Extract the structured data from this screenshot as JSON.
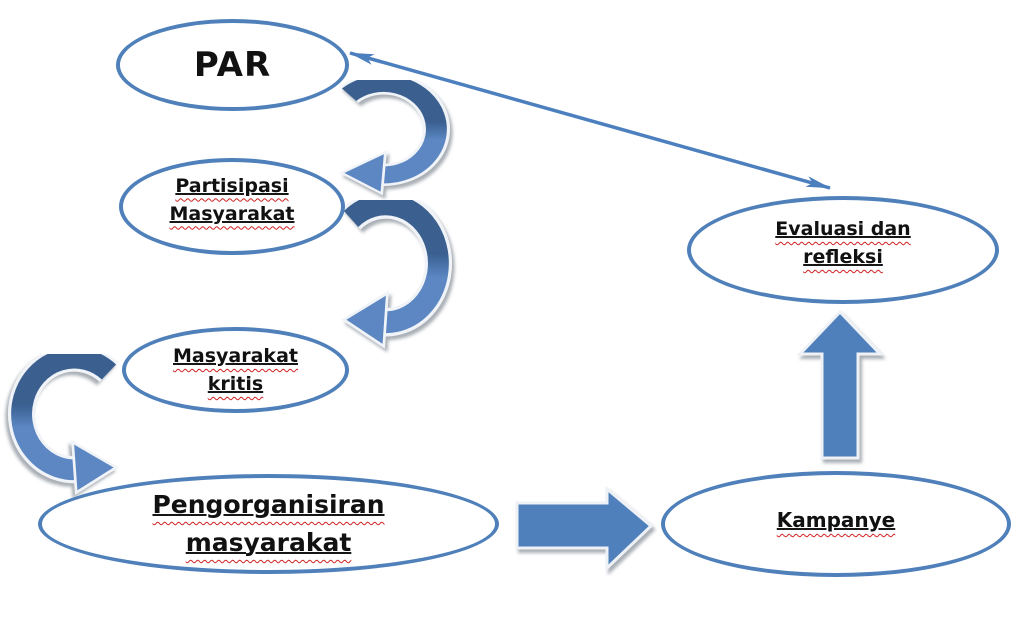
{
  "diagram": {
    "type": "flow-diagram",
    "background": "#ffffff",
    "nodes": {
      "par": {
        "label": "PAR",
        "lines": [
          "PAR"
        ],
        "shape": "ellipse"
      },
      "partisipasi": {
        "label": "Partisipasi Masyarakat",
        "lines": [
          "Partisipasi",
          "Masyarakat"
        ],
        "shape": "ellipse"
      },
      "kritis": {
        "label": "Masyarakat kritis",
        "lines": [
          "Masyarakat",
          "kritis"
        ],
        "shape": "ellipse"
      },
      "pengorganisiran": {
        "label": "Pengorganisiran masyarakat",
        "lines": [
          "Pengorganisiran",
          "masyarakat"
        ],
        "shape": "ellipse"
      },
      "kampanye": {
        "label": "Kampanye",
        "lines": [
          "Kampanye"
        ],
        "shape": "ellipse"
      },
      "evaluasi": {
        "label": "Evaluasi dan refleksi",
        "lines": [
          "Evaluasi dan",
          "refleksi"
        ],
        "shape": "ellipse"
      }
    },
    "edges": [
      {
        "from": "PAR",
        "to": "Partisipasi Masyarakat",
        "style": "curved-swoosh-arrow"
      },
      {
        "from": "Partisipasi Masyarakat",
        "to": "Masyarakat kritis",
        "style": "curved-swoosh-arrow"
      },
      {
        "from": "Masyarakat kritis",
        "to": "Pengorganisiran masyarakat",
        "style": "curved-swoosh-arrow"
      },
      {
        "from": "Pengorganisiran masyarakat",
        "to": "Kampanye",
        "style": "block-arrow-right"
      },
      {
        "from": "Kampanye",
        "to": "Evaluasi dan refleksi",
        "style": "block-arrow-up"
      },
      {
        "from": "Evaluasi dan refleksi",
        "to": "PAR",
        "style": "double-headed-line"
      }
    ],
    "colors": {
      "ellipse_border": "#4f80ba",
      "arrow_fill": "#4f80bb",
      "arrow_casing": "#eef1f6",
      "swoosh_dark": "#3a6090",
      "swoosh_light": "#5b87c3",
      "connector": "#4c7fbe",
      "text": "#111111",
      "squiggle": "#cf1f1f"
    }
  }
}
